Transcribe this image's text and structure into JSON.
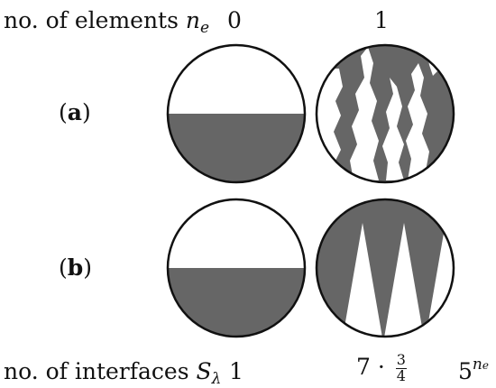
{
  "header": {
    "elements_label": "no. of elements",
    "elements_symbol": "n",
    "elements_symbol_sub": "e",
    "col0_value": "0",
    "col1_value": "1"
  },
  "rows": [
    {
      "label_open": "(",
      "label_letter": "a",
      "label_close": ")"
    },
    {
      "label_open": "(",
      "label_letter": "b",
      "label_close": ")"
    }
  ],
  "footer": {
    "interfaces_label": "no. of interfaces",
    "interfaces_symbol": "S",
    "interfaces_symbol_sub": "λ",
    "col0_value": "1",
    "col1_coefficient": "7",
    "col1_operator": "·",
    "col1_frac_num": "3",
    "col1_frac_den": "4",
    "col2_base": "5",
    "col2_exp_symbol": "n",
    "col2_exp_sub": "e"
  },
  "colors": {
    "fill": "#666666",
    "outline": "#111111",
    "background": "#ffffff"
  }
}
